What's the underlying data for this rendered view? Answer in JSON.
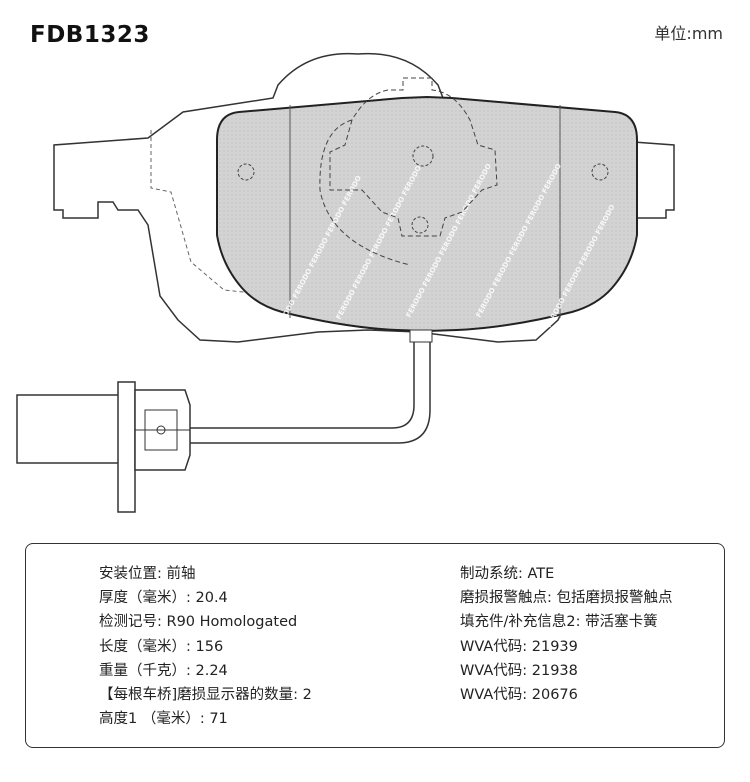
{
  "header": {
    "part_number": "FDB1323",
    "unit": "单位:mm"
  },
  "specs": {
    "left": [
      "安装位置: 前轴",
      "厚度（毫米）: 20.4",
      "检测记号: R90 Homologated",
      "长度（毫米）: 156",
      "重量（千克）: 2.24",
      "【每根车桥]磨损显示器的数量: 2",
      "高度1 （毫米）: 71"
    ],
    "right": [
      "制动系统: ATE",
      "磨损报警触点: 包括磨损报警触点",
      "填充件/补充信息2: 带活塞卡簧",
      "WVA代码: 21939",
      "WVA代码: 21938",
      "WVA代码: 20676"
    ]
  },
  "drawing": {
    "watermark": "FERODO"
  }
}
